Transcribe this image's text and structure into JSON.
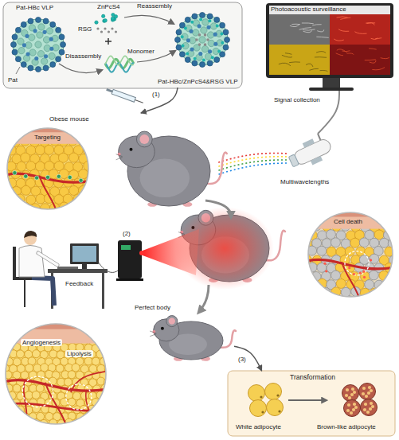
{
  "diagram": {
    "nodes": [
      {
        "text": [
          "Pat-HBc/ZnPcS4&RSG VLP"
        ]
      },
      {
        "text": [
          "Photoacoustic surveillance"
        ]
      },
      {
        "text": [
          "Obese mouse"
        ]
      },
      {
        "text": [
          "Targeting"
        ],
        "in": 2
      },
      {
        "text": [
          "Multiwavelengths"
        ]
      },
      {
        "text": [
          "Cell death"
        ]
      },
      {
        "text": [
          "Perfect body"
        ]
      },
      {
        "text": [
          "Angiogenesis",
          "Lipolysis"
        ],
        "in": 6
      },
      {
        "text": [
          "Transformation",
          "White adipocyte",
          "Brown-like adipocyte"
        ]
      }
    ],
    "edges": [
      {
        "from": 0,
        "to": 2,
        "arrow": "to",
        "label": "(1)"
      },
      {
        "from": 4,
        "to": 1,
        "arrow": "none",
        "label": "Signal collection"
      },
      {
        "from": 6,
        "to": 8,
        "arrow": "to",
        "label": "(3)"
      }
    ],
    "labels": [
      "Pat-HBc VLP",
      "ZnPcS4",
      "RSG",
      "Reassembly",
      "Disassembly",
      "Monomer",
      "Pat",
      "(2)",
      "Feedback"
    ]
  }
}
